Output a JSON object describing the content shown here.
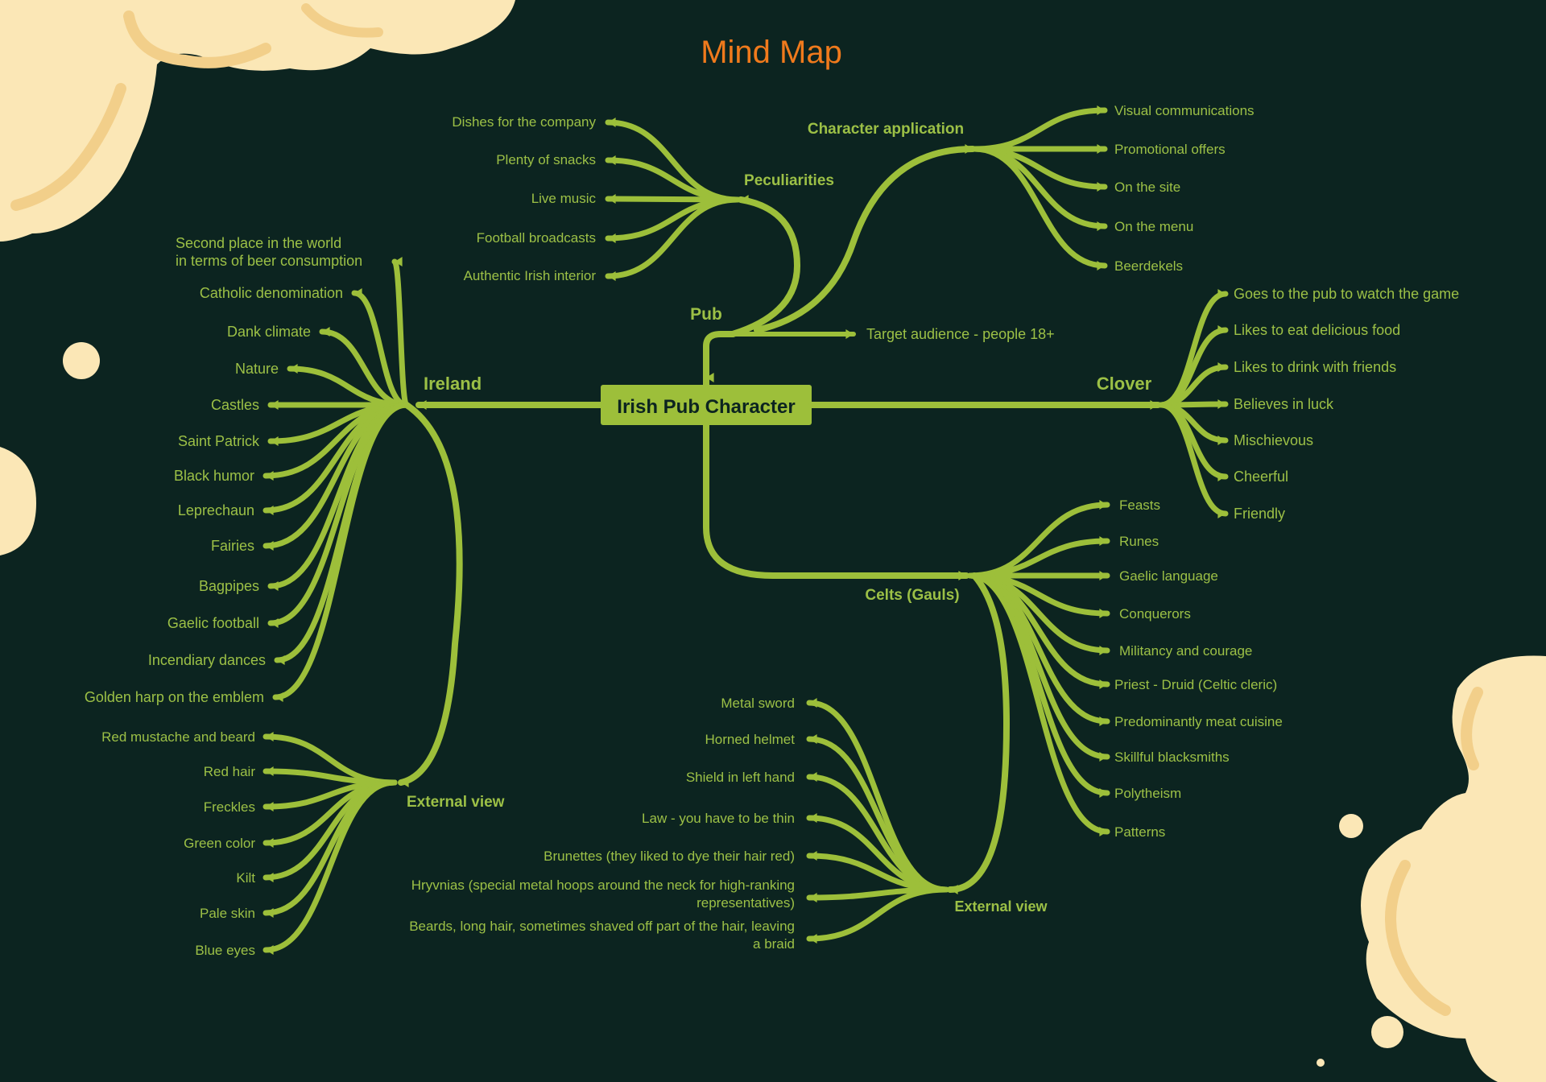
{
  "title": "Mind Map",
  "colors": {
    "background": "#0c2420",
    "branch": "#9dbf3a",
    "label": "#9cc046",
    "center_box": "#9dbf3a",
    "center_text": "#0c2420",
    "title": "#f07a1c",
    "foam": "#fbe7b6",
    "foam_shade": "#f2cf8a"
  },
  "center": "Irish Pub Character",
  "branches": {
    "pub": {
      "label": "Pub",
      "target": "Target audience - people 18+",
      "peculiarities": {
        "label": "Peculiarities",
        "items": [
          "Dishes for the company",
          "Plenty of snacks",
          "Live music",
          "Football broadcasts",
          "Authentic Irish interior"
        ]
      },
      "character_application": {
        "label": "Character application",
        "items": [
          "Visual communications",
          "Promotional offers",
          "On the site",
          "On the menu",
          "Beerdekels"
        ]
      }
    },
    "clover": {
      "label": "Clover",
      "items": [
        "Goes to the pub to watch the game",
        "Likes to eat delicious food",
        "Likes to drink with friends",
        "Believes in luck",
        "Mischievous",
        "Cheerful",
        "Friendly"
      ]
    },
    "ireland": {
      "label": "Ireland",
      "items": [
        "Second place in the world\nin terms of beer consumption",
        "Catholic denomination",
        "Dank climate",
        "Nature",
        "Castles",
        "Saint Patrick",
        "Black humor",
        "Leprechaun",
        "Fairies",
        "Bagpipes",
        "Gaelic football",
        "Incendiary dances",
        "Golden harp on the emblem"
      ],
      "external_view": {
        "label": "External view",
        "items": [
          "Red mustache and beard",
          "Red hair",
          "Freckles",
          "Green color",
          "Kilt",
          "Pale skin",
          "Blue eyes"
        ]
      }
    },
    "celts": {
      "label": "Celts (Gauls)",
      "items": [
        "Feasts",
        "Runes",
        "Gaelic language",
        "Conquerors",
        "Militancy and courage",
        "Priest - Druid (Celtic cleric)",
        "Predominantly meat cuisine",
        "Skillful blacksmiths",
        "Polytheism",
        "Patterns"
      ],
      "external_view": {
        "label": "External view",
        "items": [
          "Metal sword",
          "Horned helmet",
          "Shield in left hand",
          "Law - you have to be thin",
          "Brunettes (they liked to dye their hair red)",
          "Hryvnias (special metal hoops around the neck for high-ranking\nrepresentatives)",
          "Beards, long hair, sometimes shaved off part of the hair, leaving\na braid"
        ]
      }
    }
  }
}
